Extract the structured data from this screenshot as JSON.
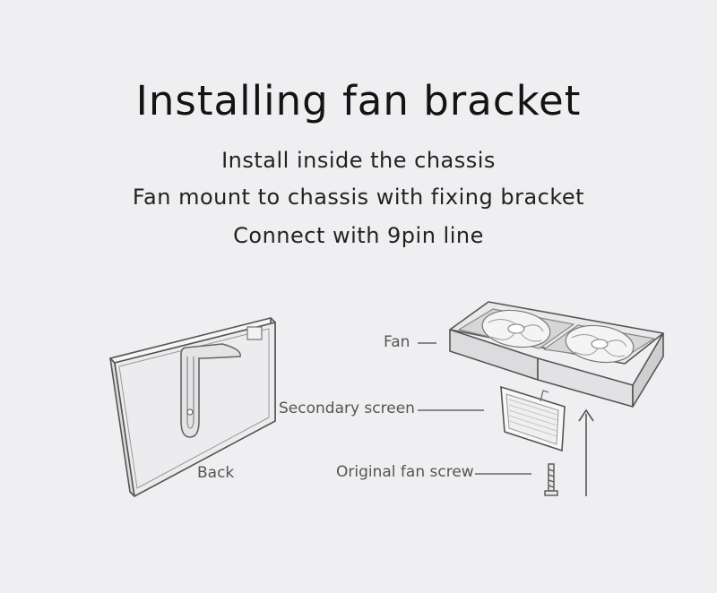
{
  "header": {
    "title": "Installing fan bracket",
    "lines": [
      "Install inside the chassis",
      "Fan mount to chassis with fixing bracket",
      "Connect with 9pin line"
    ]
  },
  "labels": {
    "fan": "Fan",
    "secondary_screen": "Secondary screen",
    "original_fan_screw": "Original fan screw",
    "back": "Back"
  },
  "colors": {
    "background": "#efeff1",
    "line": "#555555"
  }
}
